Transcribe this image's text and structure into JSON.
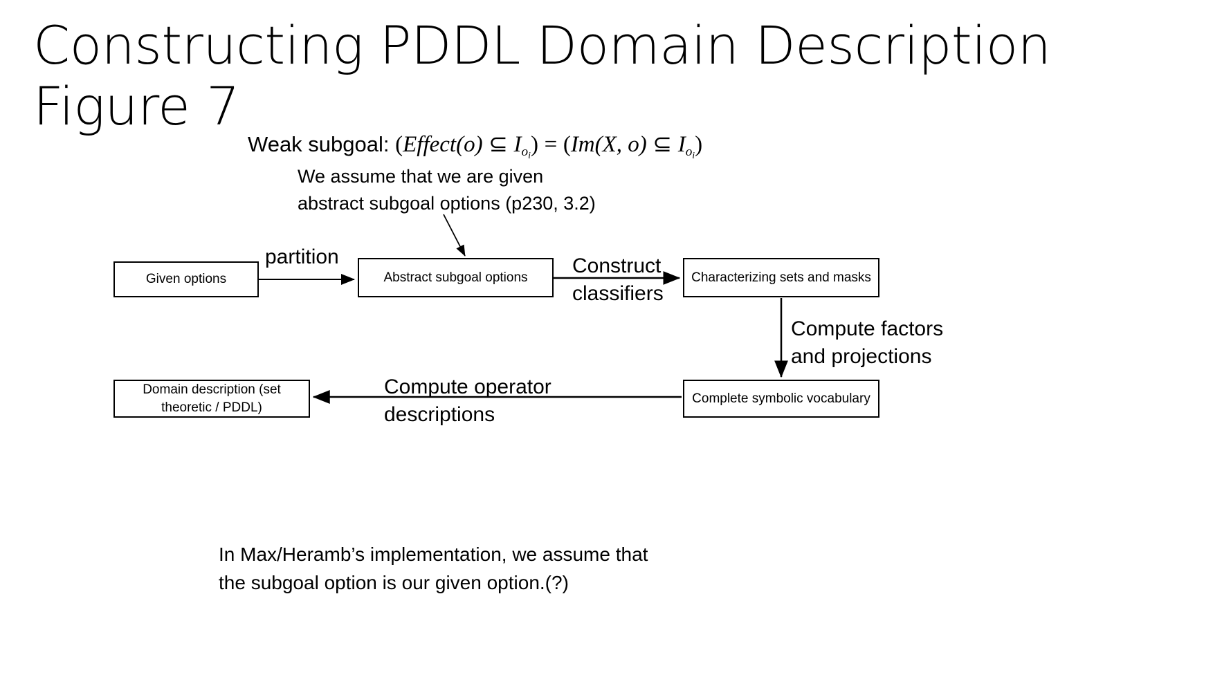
{
  "slide": {
    "title": "Constructing PDDL Domain Description\nFigure 7",
    "background_color": "#ffffff",
    "text_color": "#000000"
  },
  "formula": {
    "label": "Weak subgoal:",
    "open_paren": "(",
    "effect": "Effect",
    "effect_arg": "(o)",
    "subset": "⊆",
    "I_sym": "I",
    "I_sub_o": "o",
    "I_sub_i": "i",
    "close_paren": ")",
    "equals": "=",
    "im": "Im",
    "im_arg": "(X, o)",
    "plain_text": "Weak subgoal: (Effect(o) ⊆ I o i ) = (Im(X, o) ⊆ I o i )"
  },
  "note_top": {
    "line1": "We assume that we are given",
    "line2": "abstract subgoal options (p230, 3.2)"
  },
  "flowchart": {
    "boxes": [
      {
        "id": "given",
        "label": "Given options"
      },
      {
        "id": "abstract",
        "label": "Abstract subgoal options"
      },
      {
        "id": "charsets",
        "label": "Characterizing sets and masks"
      },
      {
        "id": "vocab",
        "label": "Complete symbolic vocabulary"
      },
      {
        "id": "domaindesc",
        "label": "Domain description (set theoretic / PDDL)"
      }
    ],
    "labels": [
      {
        "id": "partition",
        "text": "partition"
      },
      {
        "id": "construct",
        "text": "Construct\nclassifiers"
      },
      {
        "id": "compute_fp",
        "text": "Compute factors\nand projections"
      },
      {
        "id": "compute_op",
        "text": "Compute operator\ndescriptions"
      }
    ]
  },
  "note_bottom": {
    "line1": "In Max/Heramb’s implementation, we assume that",
    "line2": "the subgoal option is our given option.(?)"
  }
}
